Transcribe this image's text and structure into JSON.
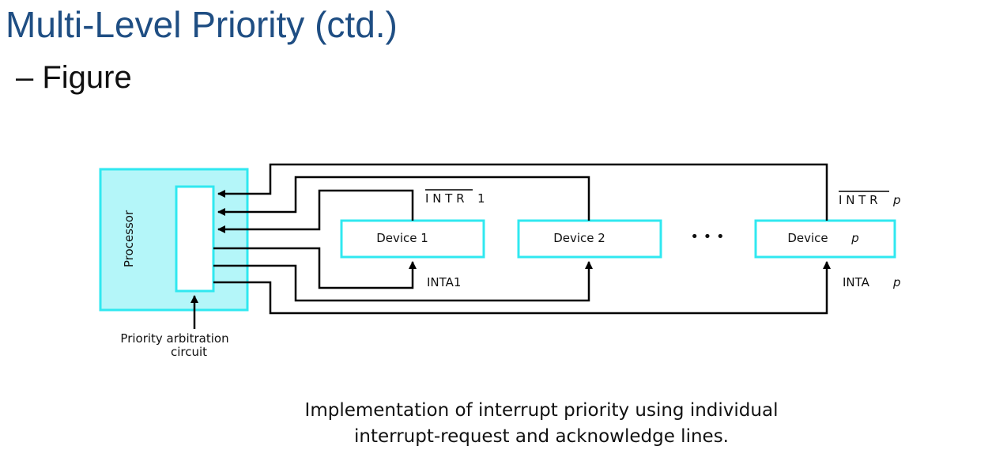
{
  "slide": {
    "title": "Multi-Level Priority (ctd.)",
    "subtitle": "– Figure"
  },
  "diagram": {
    "processor_label": "Processor",
    "arbitration_label_line1": "Priority arbitration",
    "arbitration_label_line2": "circuit",
    "devices": [
      {
        "label": "Device 1"
      },
      {
        "label": "Device 2"
      },
      {
        "label": "Device",
        "suffix": "p"
      }
    ],
    "ellipsis": "• • •",
    "intr1_label": "I N T R",
    "intr1_suffix": "1",
    "intrp_label": "I N T R",
    "intrp_suffix": "p",
    "inta1_label": "INTA1",
    "intap_label": "INTA",
    "intap_suffix": "p",
    "colors": {
      "processor_fill": "#b4f6f9",
      "cyan_border": "#30e8f0",
      "line": "#000000"
    }
  },
  "caption": {
    "line1": "Implementation of interrupt priority using individual",
    "line2": "interrupt-request and acknowledge lines."
  }
}
